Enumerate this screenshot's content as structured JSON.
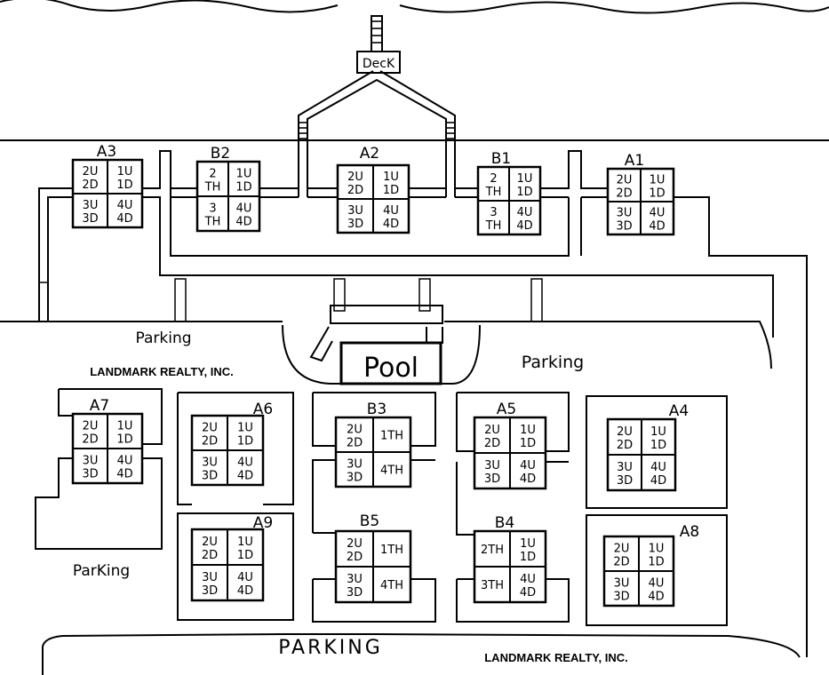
{
  "labels": {
    "deck": "DecK",
    "pool": "Pool",
    "parking_left": "Parking",
    "parking_right": "Parking",
    "parking_lower_left": "ParKing",
    "parking_bottom": "PARKING",
    "realty_top": "LANDMARK REALTY, INC.",
    "realty_bottom": "LANDMARK REALTY, INC."
  },
  "buildings": [
    {
      "name": "A3",
      "cells": [
        "2U 2D",
        "1U 1D",
        "3U 3D",
        "4U 4D"
      ]
    },
    {
      "name": "B2",
      "cells": [
        "2 TH",
        "1U 1D",
        "3 TH",
        "4U 4D"
      ]
    },
    {
      "name": "A2",
      "cells": [
        "2U 2D",
        "1U 1D",
        "3U 3D",
        "4U 4D"
      ]
    },
    {
      "name": "B1",
      "cells": [
        "2 TH",
        "1U 1D",
        "3 TH",
        "4U 4D"
      ]
    },
    {
      "name": "A1",
      "cells": [
        "2U 2D",
        "1U 1D",
        "3U 3D",
        "4U 4D"
      ]
    },
    {
      "name": "A7",
      "cells": [
        "2U 2D",
        "1U 1D",
        "3U 3D",
        "4U 4D"
      ]
    },
    {
      "name": "A6",
      "cells": [
        "2U 2D",
        "1U 1D",
        "3U 3D",
        "4U 4D"
      ]
    },
    {
      "name": "B3",
      "cells": [
        "2U 2D",
        "1TH",
        "3U 3D",
        "4TH"
      ]
    },
    {
      "name": "A5",
      "cells": [
        "2U 2D",
        "1U 1D",
        "3U 3D",
        "4U 4D"
      ]
    },
    {
      "name": "A4",
      "cells": [
        "2U 2D",
        "1U 1D",
        "3U 3D",
        "4U 4D"
      ]
    },
    {
      "name": "A9",
      "cells": [
        "2U 2D",
        "1U 1D",
        "3U 3D",
        "4U 4D"
      ]
    },
    {
      "name": "B5",
      "cells": [
        "2U 2D",
        "1TH",
        "3U 3D",
        "4TH"
      ]
    },
    {
      "name": "B4",
      "cells": [
        "2TH",
        "1U 1D",
        "3TH",
        "4U 4D"
      ]
    },
    {
      "name": "A8",
      "cells": [
        "2U 2D",
        "1U 1D",
        "3U 3D",
        "4U 4D"
      ]
    }
  ]
}
